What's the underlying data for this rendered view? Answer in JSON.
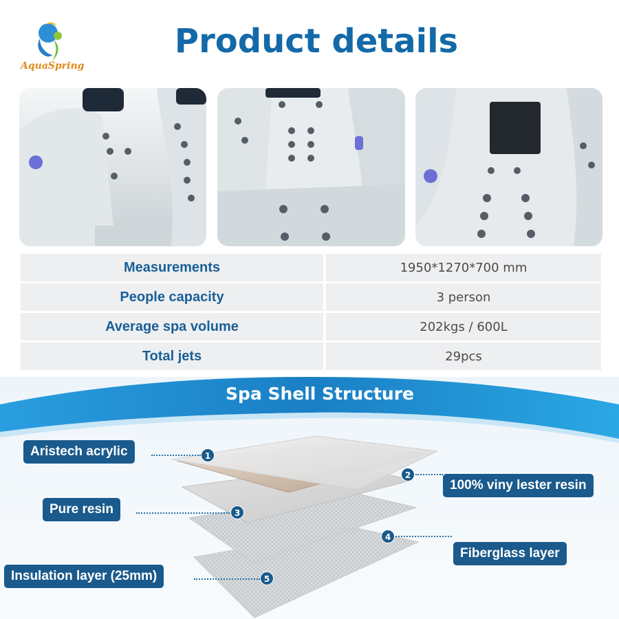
{
  "brand": {
    "logo_text": "AquaSpring"
  },
  "header": {
    "title": "Product details"
  },
  "photos": [
    {
      "name": "spa-photo-left"
    },
    {
      "name": "spa-photo-center"
    },
    {
      "name": "spa-photo-right"
    }
  ],
  "specs": [
    {
      "label": "Measurements",
      "value": "1950*1270*700 mm"
    },
    {
      "label": "People capacity",
      "value": "3 person"
    },
    {
      "label": "Average spa volume",
      "value": "202kgs / 600L"
    },
    {
      "label": "Total jets",
      "value": "29pcs"
    }
  ],
  "structure": {
    "title": "Spa Shell Structure",
    "layers": [
      {
        "number": "1",
        "label": "Aristech acrylic"
      },
      {
        "number": "2",
        "label": "100% viny lester resin"
      },
      {
        "number": "3",
        "label": "Pure resin"
      },
      {
        "number": "4",
        "label": "Fiberglass layer"
      },
      {
        "number": "5",
        "label": "Insulation layer (25mm)"
      }
    ]
  },
  "colors": {
    "brand_blue": "#1469a8",
    "tag_blue": "#1a5a8c",
    "wave_blue": "#1b8fd0"
  }
}
